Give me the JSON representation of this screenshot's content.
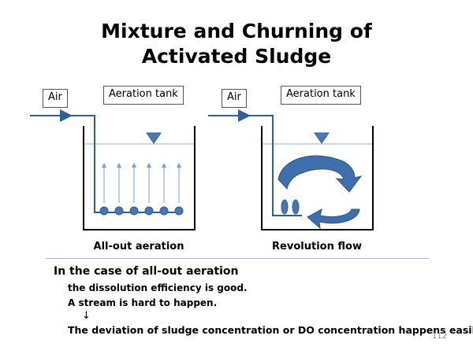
{
  "title": {
    "line1": "Mixture and Churning of",
    "line2": "Activated Sludge"
  },
  "left_diagram": {
    "air_label": "Air",
    "tank_label": "Aeration tank",
    "caption": "All-out aeration"
  },
  "right_diagram": {
    "air_label": "Air",
    "tank_label": "Aeration tank",
    "caption": "Revolution flow"
  },
  "text": {
    "heading": "In the case of all-out aeration",
    "line1": "the dissolution efficiency is good.",
    "line2": "A stream is hard to happen.",
    "arrow": "↓",
    "line3": "The deviation of sludge concentration or DO concentration happens easily."
  },
  "page_number": "112",
  "colors": {
    "pipe": "#2f5f98",
    "tank": "#000000",
    "water_line": "#8fb0d8",
    "diffuser": "#4a76b0",
    "flow_arrow": "#3f6fab",
    "bubble_arrow": "#7a9ed0"
  }
}
